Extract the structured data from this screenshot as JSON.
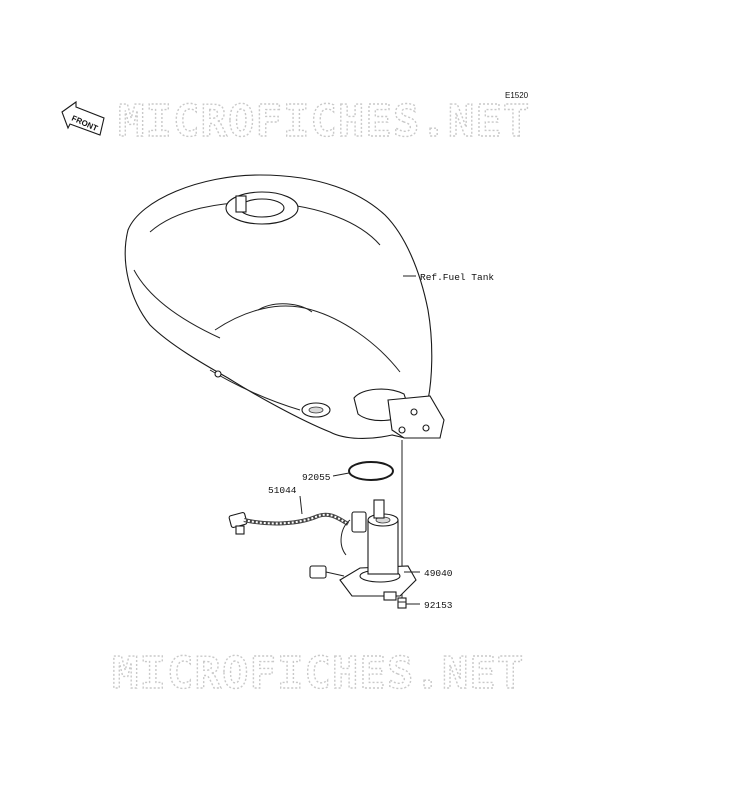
{
  "diagram_code": "E1520",
  "front_arrow_label": "FRONT",
  "watermark_top": "MICROFICHES.NET",
  "watermark_bottom": "MICROFICHES.NET",
  "ref_label": "Ref.Fuel Tank",
  "parts": {
    "o_ring": "92055",
    "harness": "51044",
    "fuel_pump": "49040",
    "bolt": "92153"
  }
}
